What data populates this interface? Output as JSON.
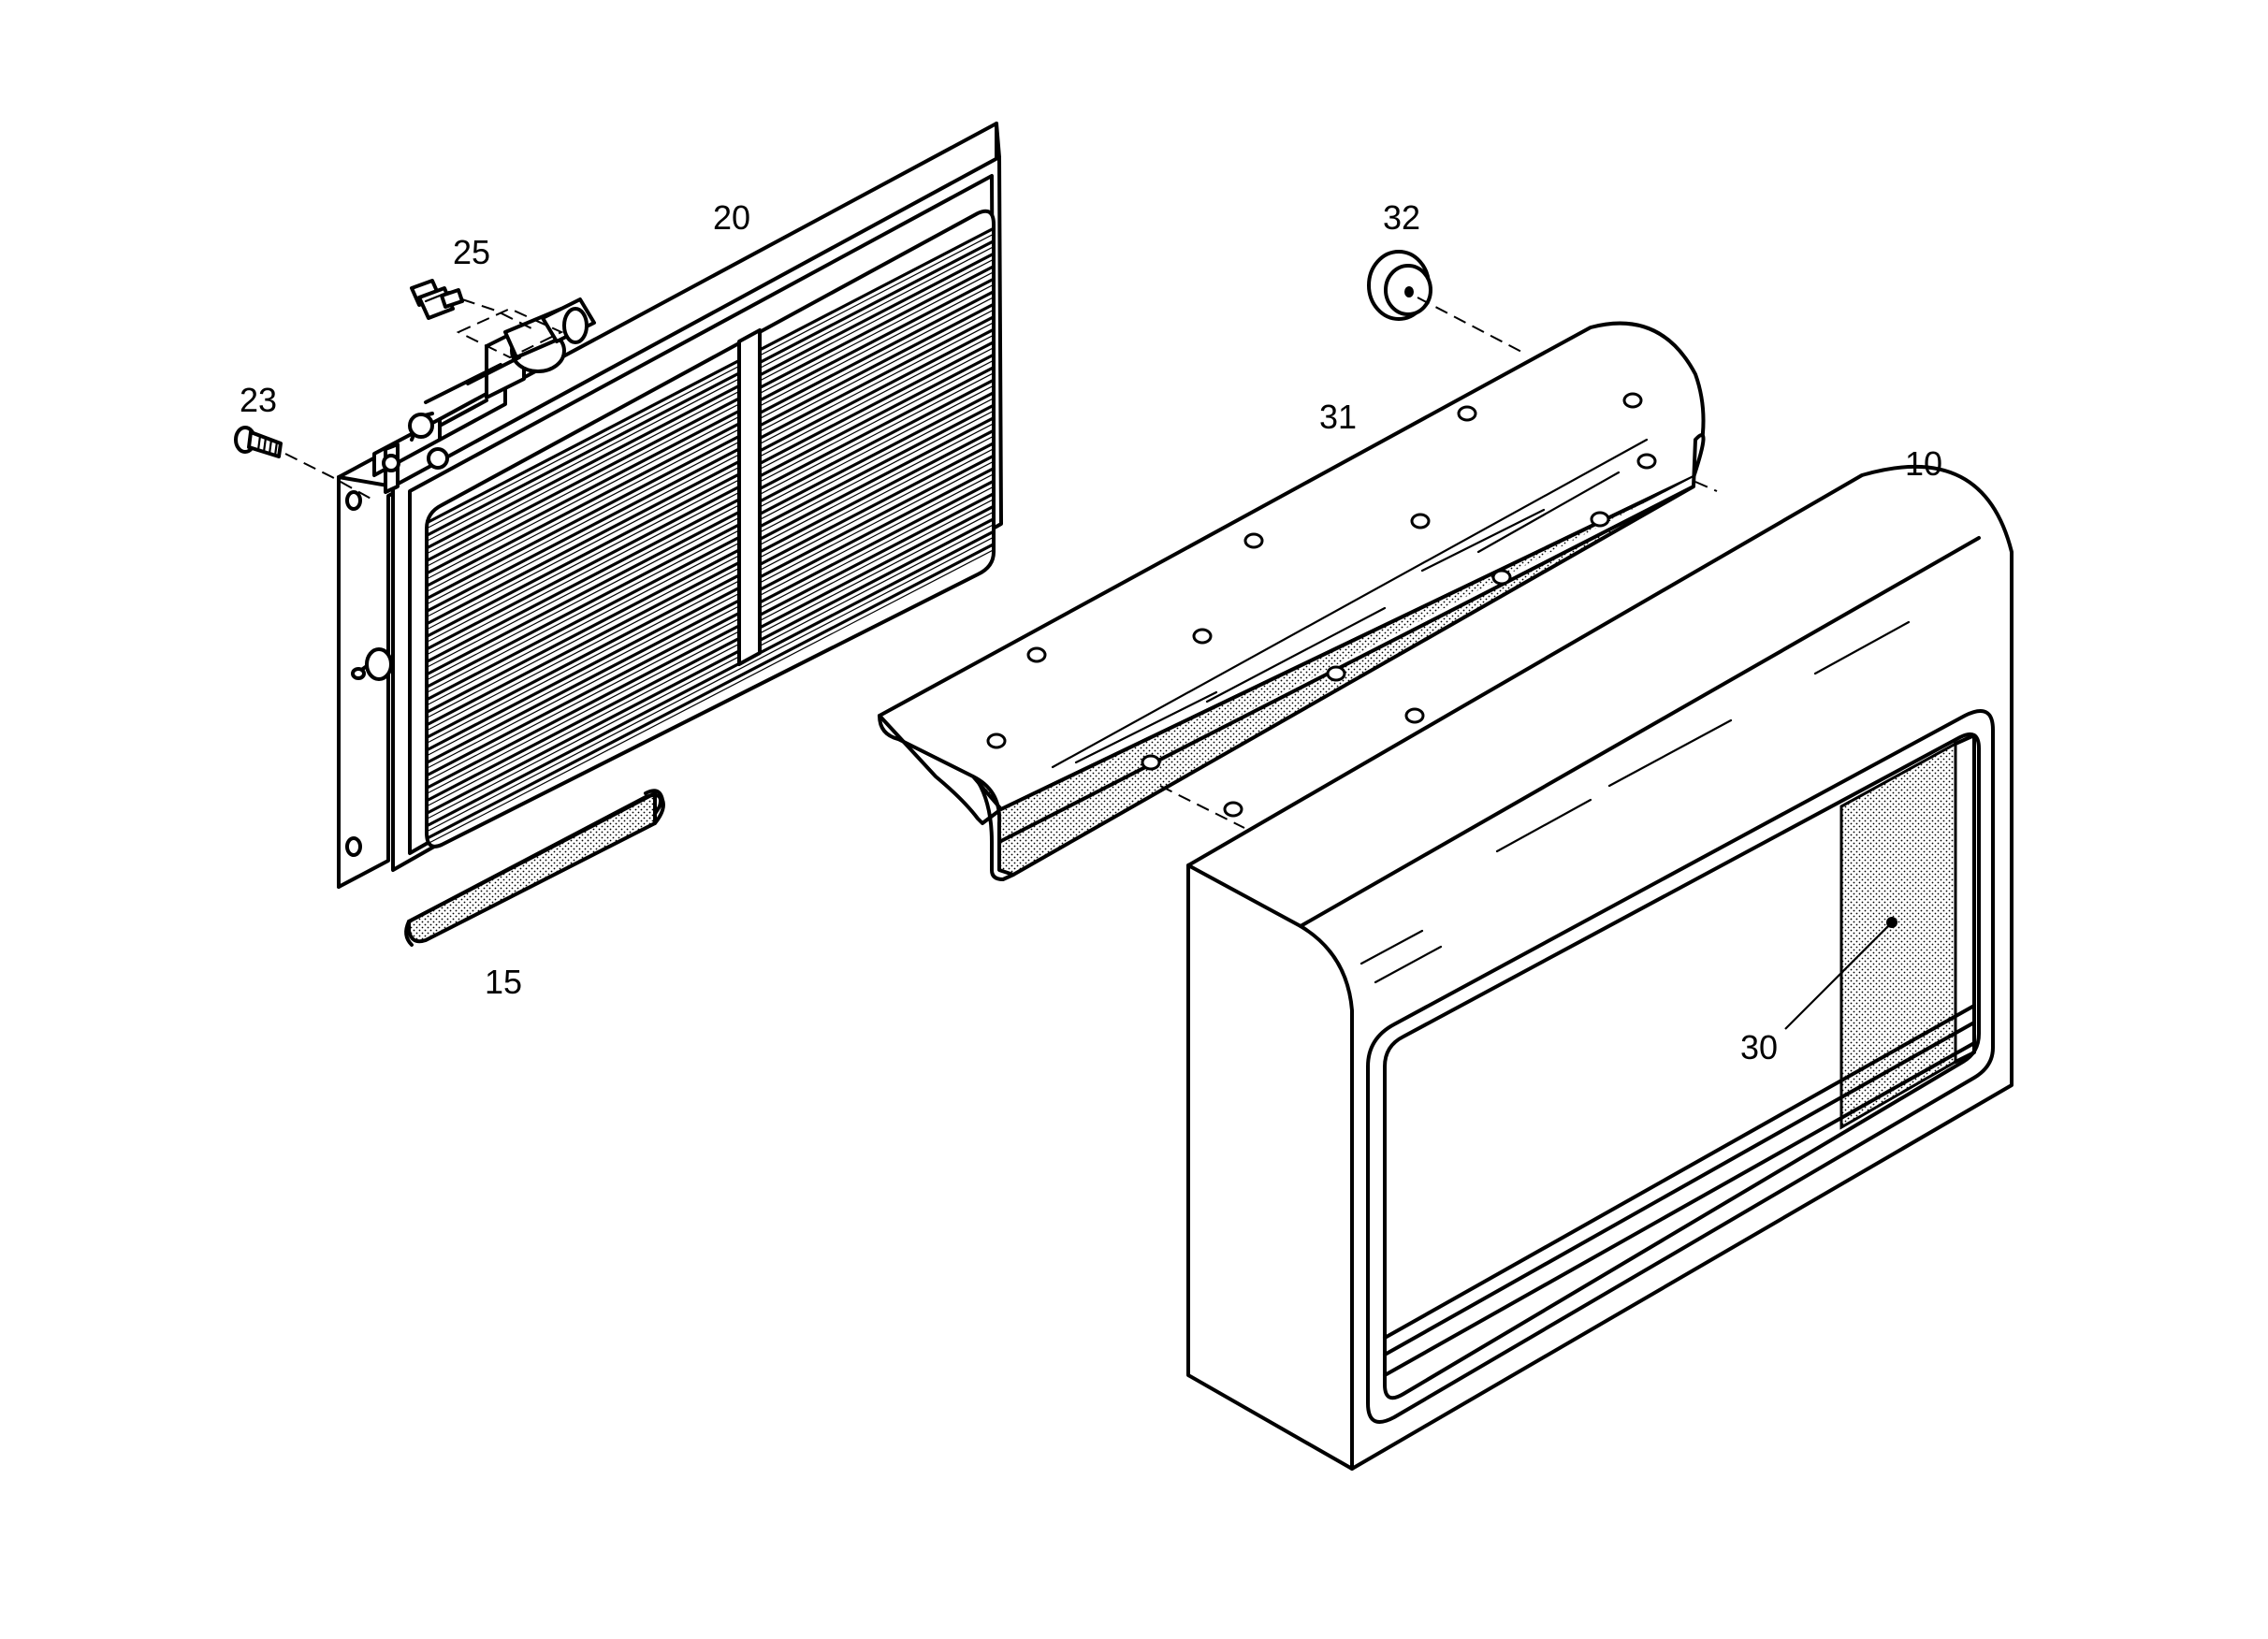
{
  "labels": {
    "l10": "10",
    "l15": "15",
    "l20": "20",
    "l23": "23",
    "l25": "25",
    "l30": "30",
    "l31": "31",
    "l32": "32"
  },
  "colors": {
    "line": "#000000",
    "background": "#ffffff",
    "stipple": "#000000"
  }
}
